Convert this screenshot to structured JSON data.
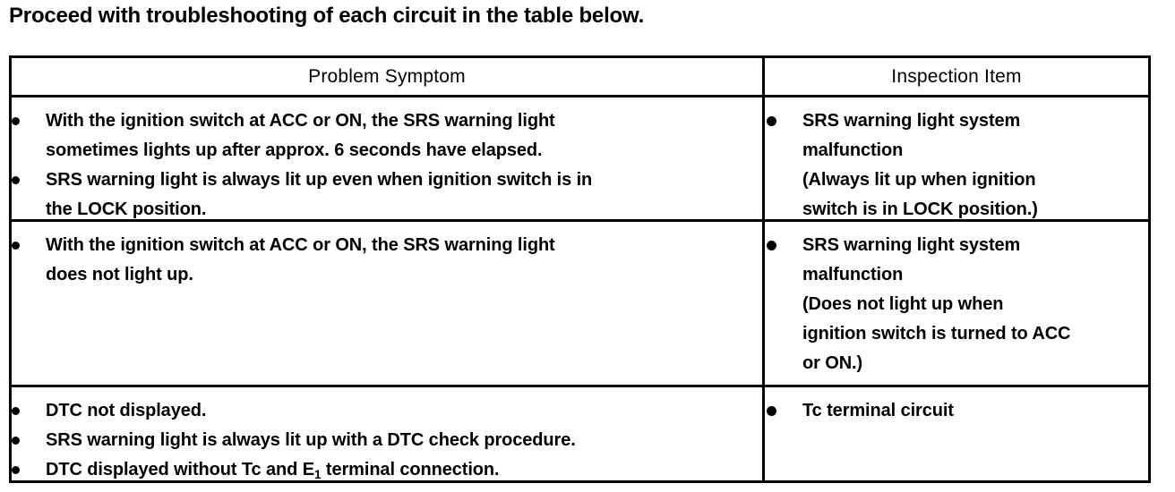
{
  "document": {
    "intro": "Proceed with troubleshooting of each circuit in the table below."
  },
  "table": {
    "headers": {
      "problem_symptom": "Problem Symptom",
      "inspection_item": "Inspection Item"
    },
    "rows": [
      {
        "problem_symptom": [
          {
            "bulleted": true,
            "lines": [
              "With the ignition switch at ACC or ON, the SRS warning light",
              "sometimes lights up after approx. 6 seconds have elapsed."
            ]
          },
          {
            "bulleted": true,
            "lines": [
              "SRS warning light is always lit up even when ignition switch is in",
              "the LOCK position."
            ]
          }
        ],
        "inspection_item": [
          {
            "bulleted": true,
            "lines": [
              "SRS warning light system",
              "malfunction",
              "(Always lit up when ignition",
              "switch is in LOCK position.)"
            ]
          }
        ]
      },
      {
        "problem_symptom": [
          {
            "bulleted": true,
            "lines": [
              "With the ignition switch at ACC or ON, the SRS warning light",
              "does not light up."
            ]
          }
        ],
        "inspection_item": [
          {
            "bulleted": true,
            "lines": [
              "SRS warning light system",
              "malfunction",
              "(Does not light up when",
              "ignition switch is turned to ACC",
              "or ON.)"
            ]
          }
        ]
      },
      {
        "problem_symptom": [
          {
            "bulleted": true,
            "lines": [
              "DTC not displayed."
            ]
          },
          {
            "bulleted": true,
            "lines": [
              "SRS warning light is always lit up with a DTC check procedure."
            ]
          },
          {
            "bulleted": true,
            "html": true,
            "lines": [
              "DTC displayed without Tc and E<span class=\"sub\">1</span> terminal connection."
            ]
          }
        ],
        "inspection_item": [
          {
            "bulleted": true,
            "lines": [
              "Tc terminal circuit"
            ]
          }
        ]
      }
    ]
  },
  "colors": {
    "ink": "#000000",
    "paper": "#ffffff"
  }
}
